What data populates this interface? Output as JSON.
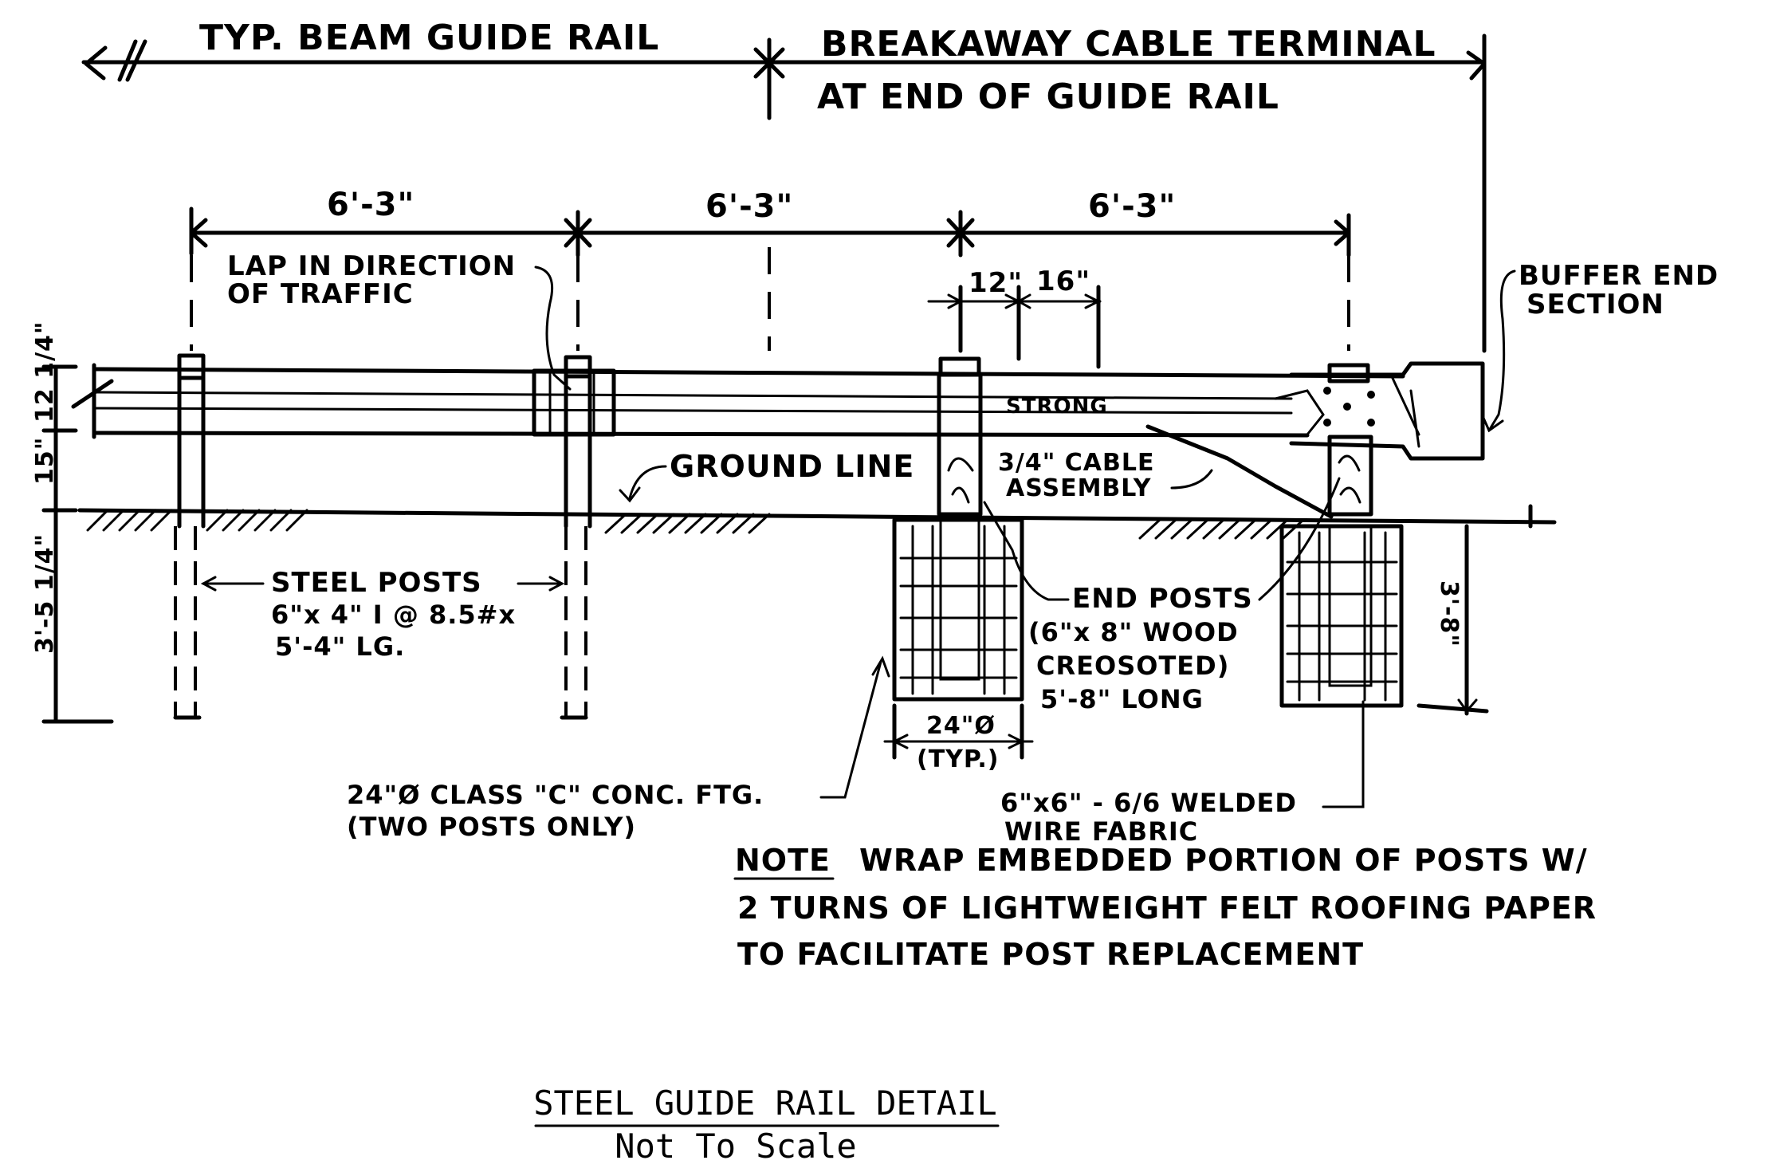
{
  "header": {
    "typ_beam": "TYP. BEAM GUIDE RAIL",
    "breakaway_line1": "BREAKAWAY CABLE TERMINAL",
    "breakaway_line2": "AT END OF GUIDE RAIL"
  },
  "dimensions": {
    "span1": "6'-3\"",
    "span2": "6'-3\"",
    "span3": "6'-3\"",
    "d12": "12\"",
    "d16": "16\"",
    "rail_height": "12 1/4\"",
    "rail_above_ground": "15\"",
    "post_embed": "3'-5 1/4\"",
    "footing_depth": "3'-8\"",
    "footing_dia": "24\"Ø",
    "footing_dia_typ": "(TYP.)"
  },
  "labels": {
    "lap_line1": "LAP IN DIRECTION",
    "lap_line2": "OF TRAFFIC",
    "buffer_line1": "BUFFER END",
    "buffer_line2": "SECTION",
    "strong": "STRONG",
    "cable_line1": "3/4\" CABLE",
    "cable_line2": "ASSEMBLY",
    "ground_line": "GROUND LINE",
    "steel_posts_line1": "STEEL POSTS",
    "steel_posts_line2": "6\"x 4\" I @ 8.5#x",
    "steel_posts_line3": "5'-4\" LG.",
    "end_posts_line1": "END POSTS",
    "end_posts_line2": "(6\"x 8\" WOOD",
    "end_posts_line3": "CREOSOTED)",
    "end_posts_line4": "5'-8\" LONG",
    "footing_line1": "24\"Ø CLASS \"C\" CONC. FTG.",
    "footing_line2": "(TWO POSTS ONLY)",
    "wire_line1": "6\"x6\" - 6/6 WELDED",
    "wire_line2": "WIRE FABRIC"
  },
  "note": {
    "label": "NOTE",
    "line1": "WRAP EMBEDDED PORTION OF POSTS W/",
    "line2": "2 TURNS OF LIGHTWEIGHT FELT ROOFING PAPER",
    "line3": "TO FACILITATE POST REPLACEMENT"
  },
  "caption": {
    "title": "STEEL GUIDE RAIL DETAIL",
    "subtitle": "Not To Scale"
  }
}
